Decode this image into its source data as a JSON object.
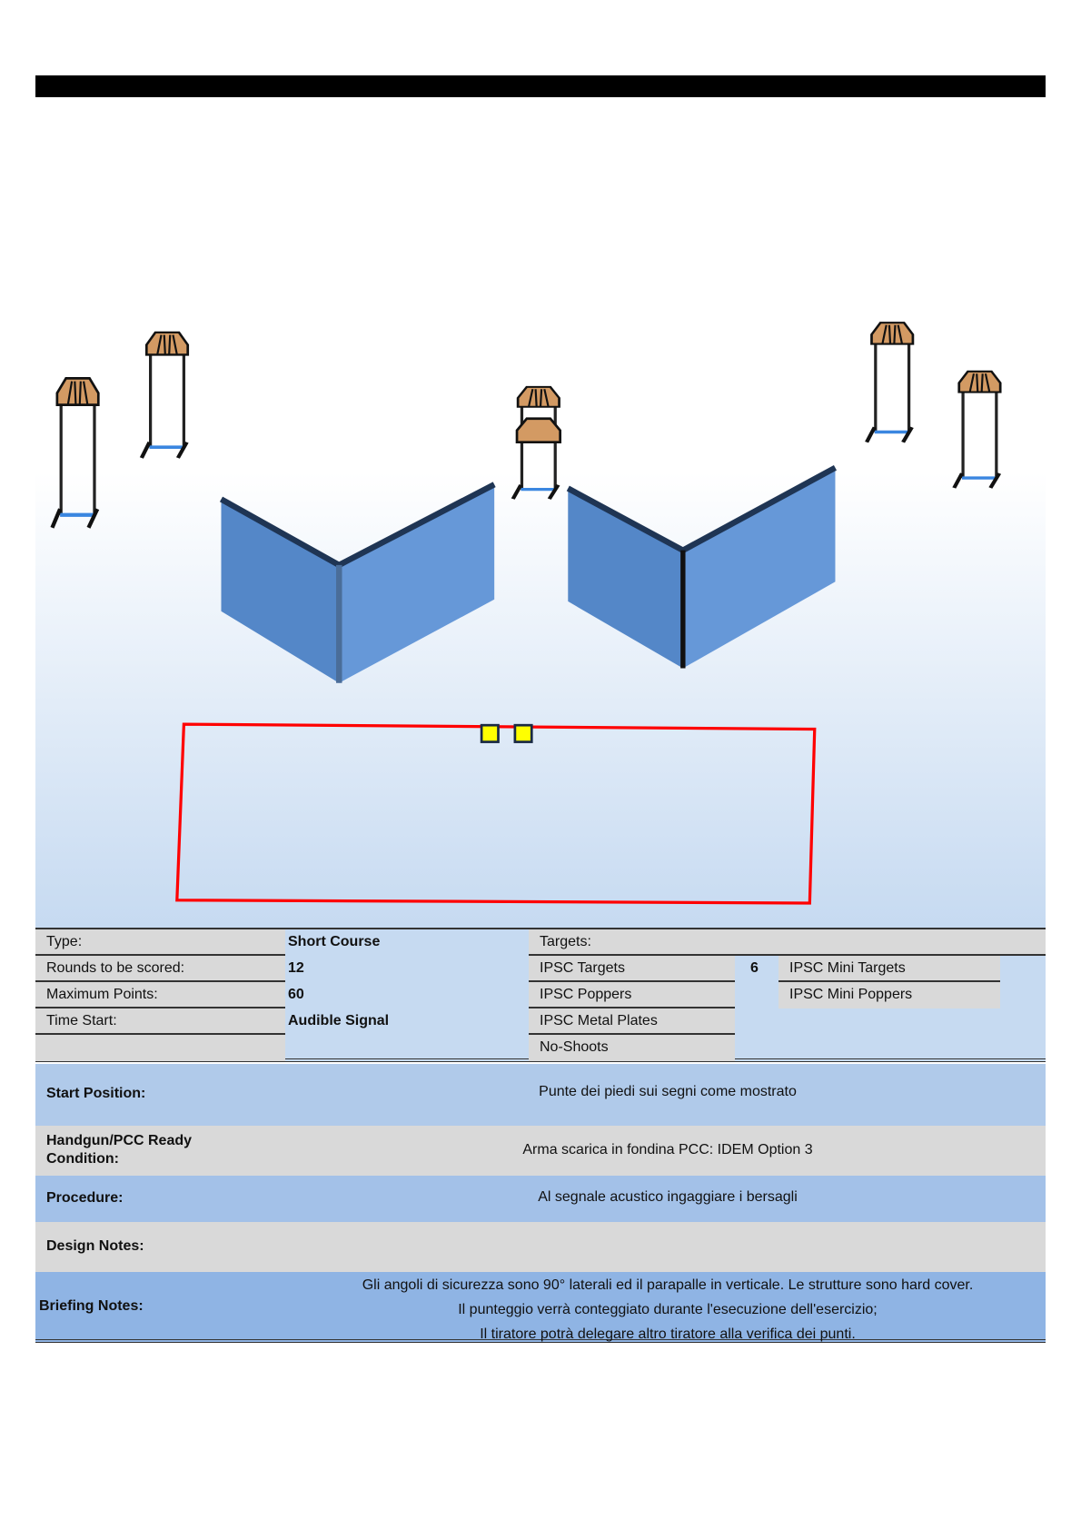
{
  "info": {
    "type_label": "Type:",
    "type_value": "Short Course",
    "rounds_label": "Rounds to be scored:",
    "rounds_value": "12",
    "points_label": "Maximum Points:",
    "points_value": "60",
    "start_label": "Time Start:",
    "start_value": "Audible Signal",
    "targets_label": "Targets:",
    "targets": [
      {
        "label": "IPSC Targets",
        "count": "6"
      },
      {
        "label": "IPSC Poppers"
      },
      {
        "label": "IPSC Metal Plates"
      },
      {
        "label": "No-Shoots"
      }
    ],
    "mini": [
      {
        "label": "IPSC Mini Targets"
      },
      {
        "label": "IPSC Mini Poppers"
      }
    ]
  },
  "details": {
    "start_label": "Start Position:",
    "start_value": "Punte dei piedi sui segni come mostrato",
    "ready_label": "Handgun/PCC Ready Condition:",
    "ready_value": "Arma scarica in fondina PCC: IDEM Option 3",
    "procedure_label": "Procedure:",
    "procedure_value": "Al segnale acustico ingaggiare i bersagli",
    "design_label": "Design Notes:",
    "briefing_label": "Briefing Notes:",
    "briefing_lines": [
      "Gli angoli di sicurezza sono 90° laterali ed il parapalle in verticale. Le strutture sono hard cover.",
      "Il punteggio verrà conteggiato durante l'esecuzione dell'esercizio;",
      "Il tiratore potrà delegare altro tiratore alla verifica dei punti."
    ]
  },
  "colors": {
    "wall": "#5f93d3",
    "fault_line": "#ff0000",
    "marker": "#ffff00",
    "target": "#d39a63"
  }
}
